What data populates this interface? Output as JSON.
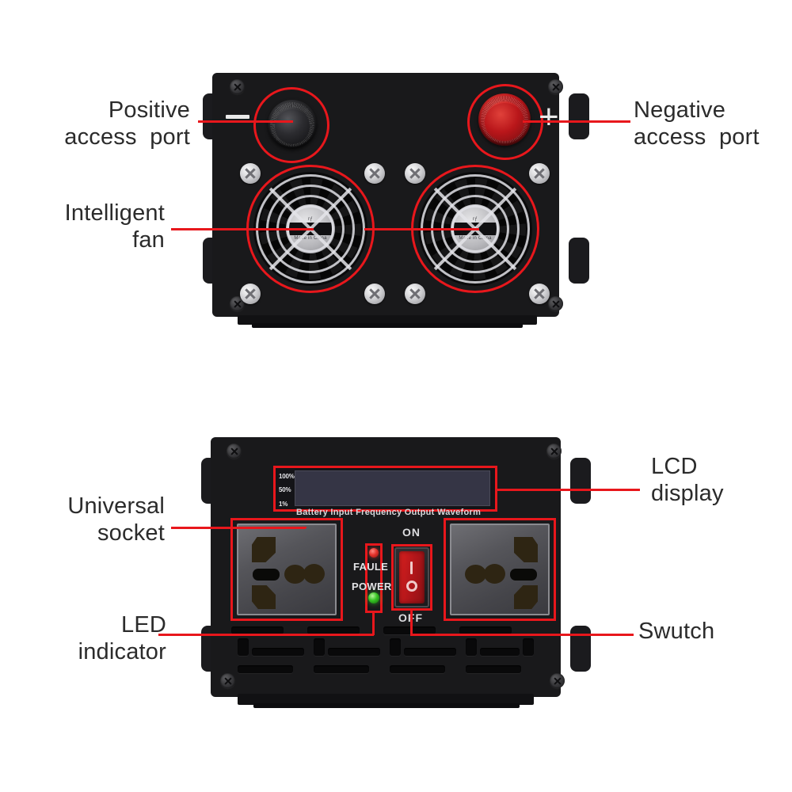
{
  "labels": {
    "positive_access_port": "Positive\naccess  port",
    "negative_access_port": "Negative\naccess  port",
    "intelligent_fan": "Intelligent\nfan",
    "lcd_display": "LCD\ndisplay",
    "universal_socket": "Universal\nsocket",
    "led_indicator": "LED\nindicator",
    "switch": "Swutch"
  },
  "top_unit": {
    "terminals": [
      {
        "name": "negative-terminal",
        "color": "#1b1b1e",
        "sign": "−",
        "sign_type": "minus"
      },
      {
        "name": "positive-terminal",
        "color": "#c0161a",
        "sign": "+",
        "sign_type": "plus"
      }
    ],
    "fans": [
      {
        "hub_brand": "rƒ",
        "hub_origin": "Made in China"
      },
      {
        "hub_brand": "rƒ",
        "hub_origin": "Made in China"
      }
    ]
  },
  "bottom_unit": {
    "lcd": {
      "scale": [
        "100%",
        "50%",
        "1%"
      ],
      "caption": "Battery Input Frequency Output Waveform"
    },
    "switch": {
      "on_label": "ON",
      "off_label": "OFF",
      "mark_i": "I",
      "mark_o": "O"
    },
    "leds": [
      {
        "name": "fault-led",
        "label": "FAULE",
        "color": "#e5342c",
        "state": "red"
      },
      {
        "name": "power-led",
        "label": "POWER",
        "color": "#35c423",
        "state": "green"
      }
    ],
    "sockets": [
      {
        "name": "universal-socket-left"
      },
      {
        "name": "universal-socket-right"
      }
    ]
  },
  "colors": {
    "annotation_red": "#e8171c",
    "label_text": "#2b2b2b",
    "body_black": "#19191b",
    "lcd_fill": "#353545",
    "background": "#ffffff"
  }
}
